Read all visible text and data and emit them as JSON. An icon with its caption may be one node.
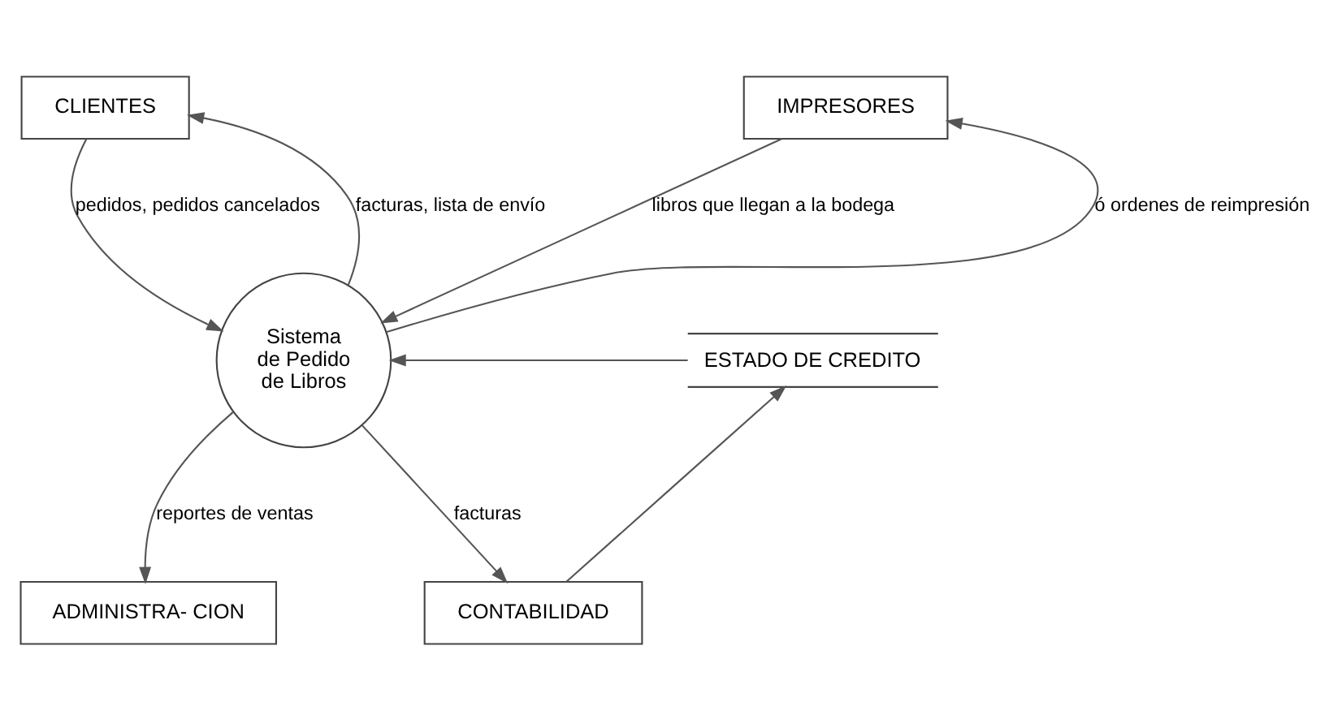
{
  "diagram": {
    "nodes": [
      {
        "text": [
          "CLIENTES"
        ]
      },
      {
        "text": [
          "IMPRESORES"
        ]
      },
      {
        "text": [
          "Sistema de Pedido de Libros"
        ]
      },
      {
        "text": [
          "ESTADO DE CREDITO"
        ]
      },
      {
        "text": [
          "ADMINISTRA- CION"
        ]
      },
      {
        "text": [
          "CONTABILIDAD"
        ]
      }
    ],
    "edges": [
      {
        "from": 0,
        "to": 2,
        "arrow": "to",
        "label": "pedidos, pedidos cancelados"
      },
      {
        "from": 2,
        "to": 0,
        "arrow": "to",
        "label": "facturas, lista de envío"
      },
      {
        "from": 2,
        "to": 1,
        "arrow": "to",
        "label": "ó ordenes de reimpresión"
      },
      {
        "from": 1,
        "to": 2,
        "arrow": "to",
        "label": "libros que llegan a la bodega"
      },
      {
        "from": 3,
        "to": 2,
        "arrow": "to"
      },
      {
        "from": 5,
        "to": 3,
        "arrow": "to"
      },
      {
        "from": 2,
        "to": 4,
        "arrow": "to",
        "label": "reportes de ventas"
      },
      {
        "from": 2,
        "to": 5,
        "arrow": "to",
        "label": "facturas"
      }
    ]
  }
}
